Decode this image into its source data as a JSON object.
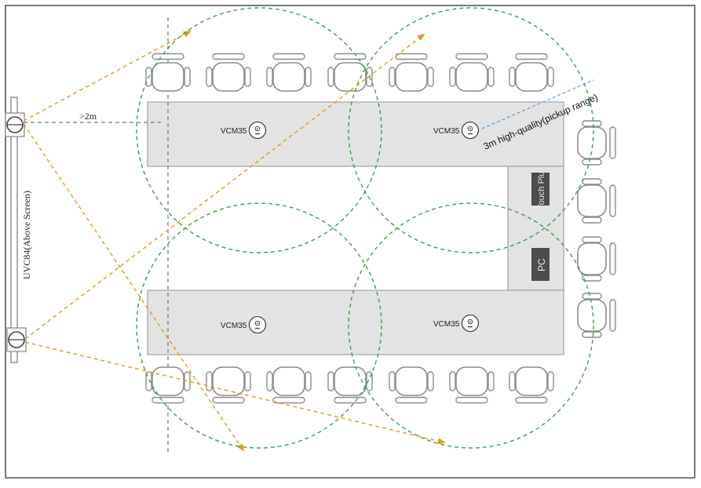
{
  "diagram": {
    "camera_label": "UVC84(Above Screen)",
    "distance_label": ">2m",
    "range_label": "3m high-quality(pickup range)",
    "device_labels": {
      "touch": "MTouch Plus",
      "pc": "PC"
    },
    "microphones": [
      {
        "label": "VCM35"
      },
      {
        "label": "VCM35"
      },
      {
        "label": "VCM35"
      },
      {
        "label": "VCM35"
      }
    ],
    "colors": {
      "pickup_circle": "#3aa24a",
      "camera_ray": "#e39a1c",
      "range_line": "#5aa6e0",
      "table_fill": "#e3e3e3",
      "table_stroke": "#a6a6a6",
      "device_fill": "#4d4d4d",
      "chair_stroke": "#8c8c8c"
    }
  }
}
